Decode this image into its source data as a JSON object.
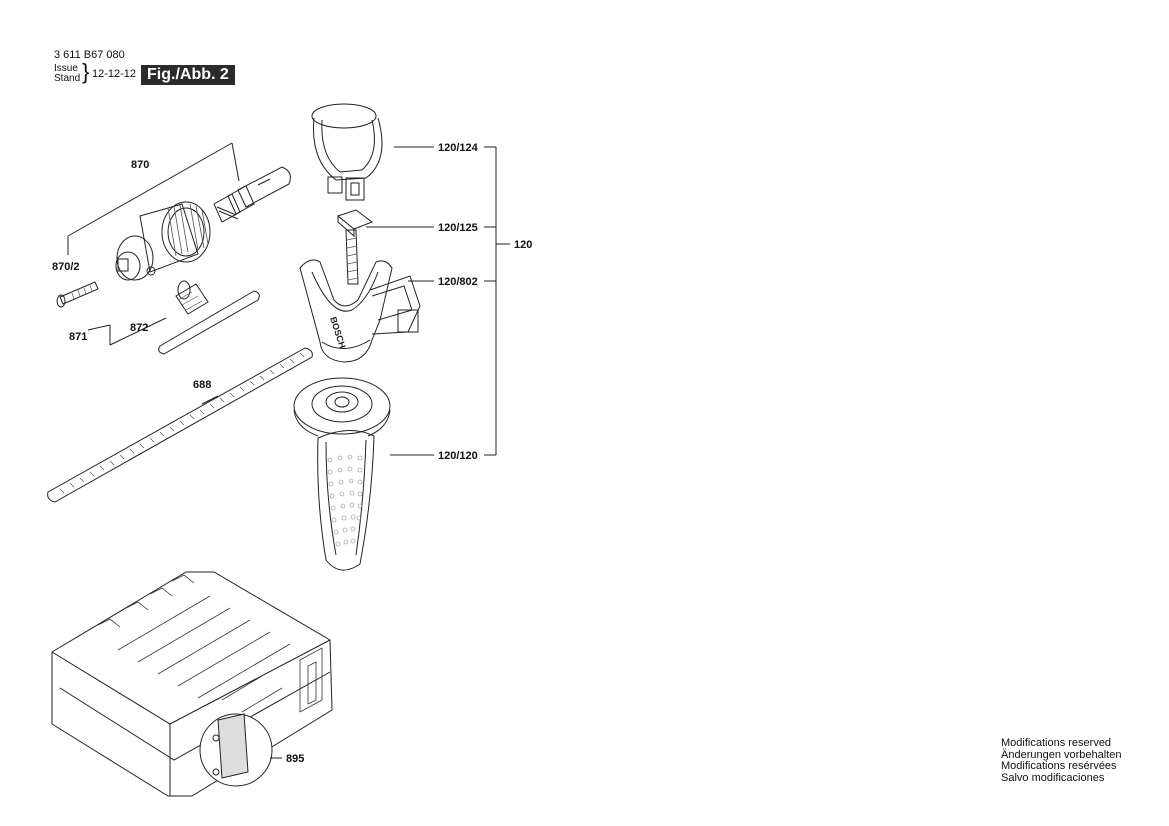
{
  "header": {
    "part_number": "3 611 B67 080",
    "issue_label": "Issue",
    "stand_label": "Stand",
    "date": "12-12-12",
    "figure_label": "Fig./Abb. 2"
  },
  "labels": {
    "p870": "870",
    "p870_2": "870/2",
    "p871": "871",
    "p872": "872",
    "p688": "688",
    "p120_124": "120/124",
    "p120_125": "120/125",
    "p120_802": "120/802",
    "p120_120": "120/120",
    "p120": "120",
    "p895": "895",
    "bosch_logo": "BOSCH"
  },
  "notes": [
    "Modifications reserved",
    "Änderungen vorbehalten",
    "Modifications resérvées",
    "Salvo modificaciones"
  ]
}
